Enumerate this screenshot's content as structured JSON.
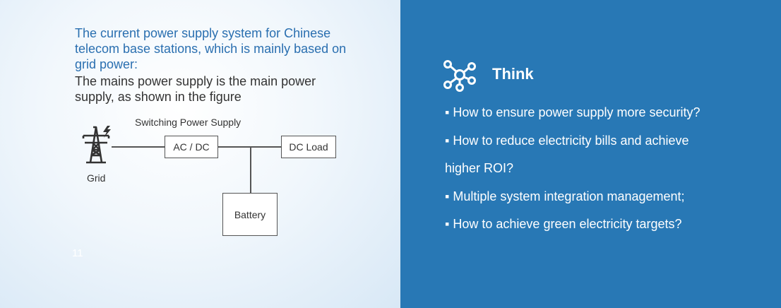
{
  "left": {
    "intro_title": "The current power supply system for Chinese telecom base stations, which is mainly based on grid power:",
    "intro_body": "The mains power supply is the main power supply, as shown in the figure",
    "diagram": {
      "switching_label": "Switching Power Supply",
      "grid_label": "Grid",
      "acdc_label": "AC / DC",
      "dcload_label": "DC Load",
      "battery_label": "Battery"
    },
    "page_number": "11"
  },
  "right": {
    "icon": "network-hub-icon",
    "think_title": "Think",
    "bullets": [
      "▪ How to ensure power supply more security?",
      "▪ How to reduce electricity bills and achieve",
      "higher ROI?",
      "▪ Multiple system integration management;",
      "▪ How to achieve green electricity targets?"
    ]
  },
  "colors": {
    "accent_blue": "#2878b5",
    "title_blue": "#2a6fb0",
    "text_dark": "#333333"
  }
}
